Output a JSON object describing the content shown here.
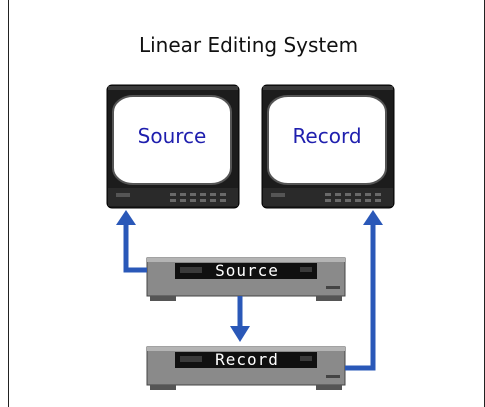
{
  "diagram": {
    "title": "Linear Editing System",
    "monitors": [
      {
        "id": "source",
        "label": "Source"
      },
      {
        "id": "record",
        "label": "Record"
      }
    ],
    "decks": [
      {
        "id": "source",
        "label": "Source"
      },
      {
        "id": "record",
        "label": "Record"
      }
    ],
    "colors": {
      "arrow": "#2a58b8",
      "monitor_body": "#202020",
      "screen": "#ffffff",
      "screen_text": "#1f1fae",
      "deck_body": "#8c8c8c",
      "deck_panel": "#111111"
    }
  }
}
